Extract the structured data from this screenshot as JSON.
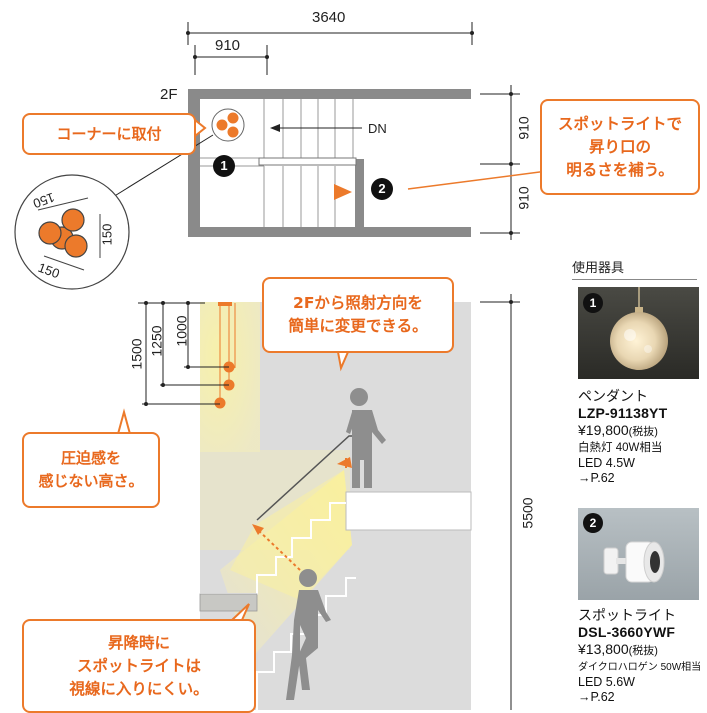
{
  "plan": {
    "floor_label": "2F",
    "dn_label": "DN",
    "dim_total": "3640",
    "dim_part": "910",
    "dim_right_top": "910",
    "dim_right_bottom": "910",
    "detail_dim_top": "150",
    "detail_dim_right": "150",
    "detail_dim_bottom": "150",
    "marker_1": "1",
    "marker_2": "2"
  },
  "section": {
    "dim_1500": "1500",
    "dim_1250": "1250",
    "dim_1000": "1000",
    "dim_height": "5500"
  },
  "callouts": {
    "corner": "コーナーに取付",
    "spotlight_plan": "スポットライトで\n昇り口の\n明るさを補う。",
    "direction": "2Fから照射方向を\n簡単に変更できる。",
    "pressure": "圧迫感を\n感じない高さ。",
    "glare": "昇降時に\nスポットライトは\n視線に入りにくい。"
  },
  "fixtures": {
    "heading": "使用器具",
    "items": [
      {
        "badge": "1",
        "name": "ペンダント",
        "code": "LZP-91138YT",
        "price": "¥19,800",
        "tax": "(税抜)",
        "detail": "白熱灯 40W相当",
        "led": "LED 4.5W",
        "page": "→P.62"
      },
      {
        "badge": "2",
        "name": "スポットライト",
        "code": "DSL-3660YWF",
        "price": "¥13,800",
        "tax": "(税抜)",
        "detail": "ダイクロハロゲン 50W相当",
        "led": "LED 5.6W",
        "page": "→P.62"
      }
    ]
  },
  "colors": {
    "accent": "#ec7a2b",
    "wall": "#8a8a8a",
    "section_bg": "#dcdcdc",
    "light": "#f6f0b4"
  }
}
